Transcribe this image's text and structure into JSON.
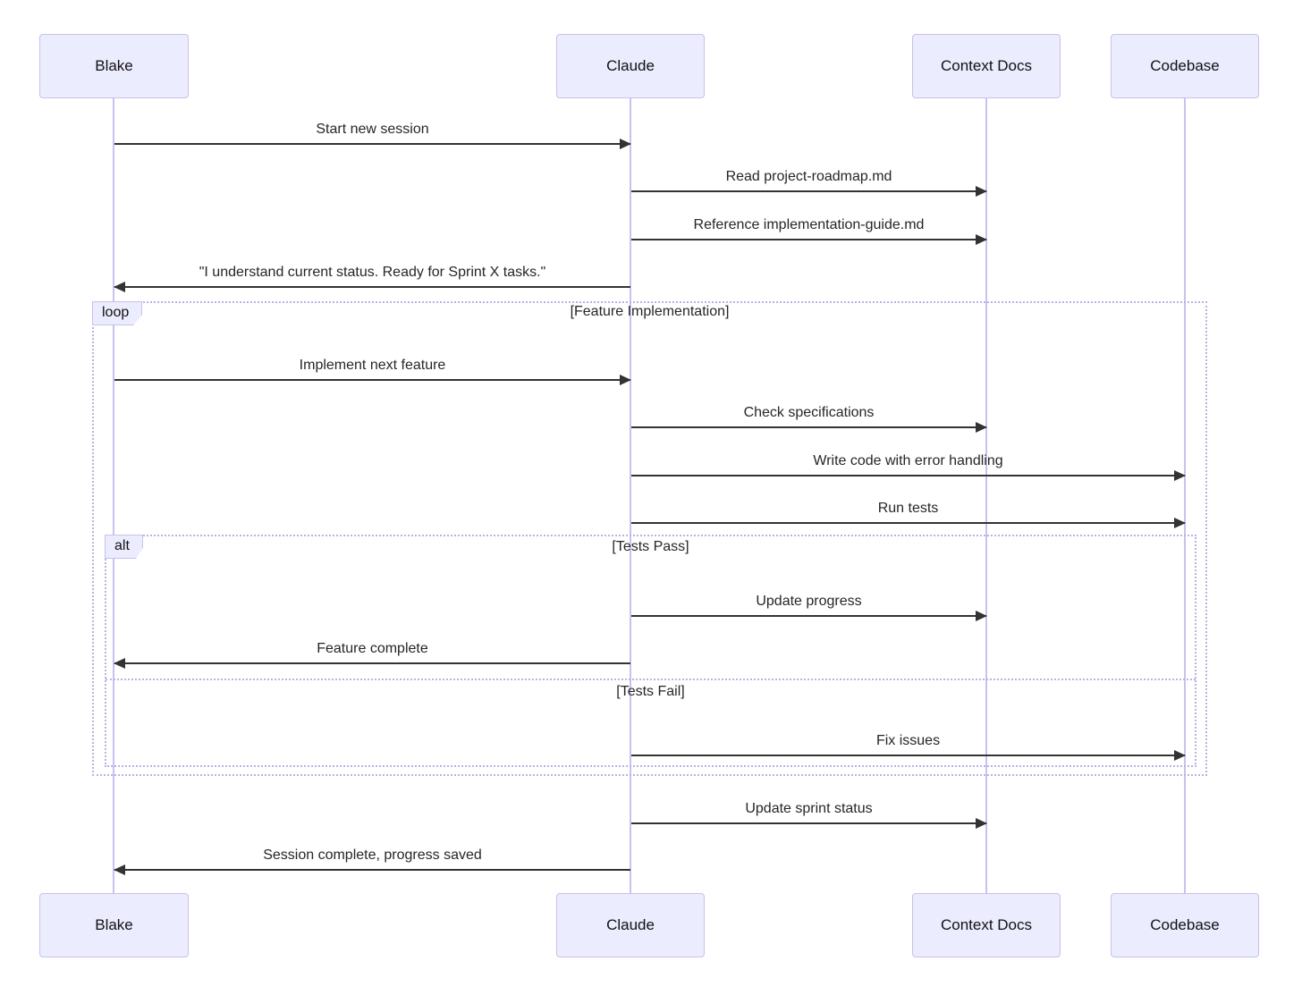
{
  "diagram": {
    "type": "sequence-diagram",
    "participants": [
      {
        "name": "Blake"
      },
      {
        "name": "Claude"
      },
      {
        "name": "Context Docs"
      },
      {
        "name": "Codebase"
      }
    ],
    "messages": [
      {
        "from": "Blake",
        "to": "Claude",
        "label": "Start new session"
      },
      {
        "from": "Claude",
        "to": "Context Docs",
        "label": "Read project-roadmap.md"
      },
      {
        "from": "Claude",
        "to": "Context Docs",
        "label": "Reference implementation-guide.md"
      },
      {
        "from": "Claude",
        "to": "Blake",
        "label": "\"I understand current status. Ready for Sprint X tasks.\""
      },
      {
        "from": "Blake",
        "to": "Claude",
        "label": "Implement next feature"
      },
      {
        "from": "Claude",
        "to": "Context Docs",
        "label": "Check specifications"
      },
      {
        "from": "Claude",
        "to": "Codebase",
        "label": "Write code with error handling"
      },
      {
        "from": "Claude",
        "to": "Codebase",
        "label": "Run tests"
      },
      {
        "from": "Claude",
        "to": "Context Docs",
        "label": "Update progress"
      },
      {
        "from": "Claude",
        "to": "Blake",
        "label": "Feature complete"
      },
      {
        "from": "Claude",
        "to": "Codebase",
        "label": "Fix issues"
      },
      {
        "from": "Claude",
        "to": "Context Docs",
        "label": "Update sprint status"
      },
      {
        "from": "Claude",
        "to": "Blake",
        "label": "Session complete, progress saved"
      }
    ],
    "frames": {
      "loop": {
        "keyword": "loop",
        "title": "[Feature Implementation]"
      },
      "alt": {
        "keyword": "alt",
        "title": "[Tests Pass]",
        "else_title": "[Tests Fail]"
      }
    },
    "colors": {
      "actor_fill": "#ECECFF",
      "actor_border": "#C9C0E8",
      "lifeline": "#C9C2EE",
      "frame_border": "#BCB1E4",
      "arrow": "#333333",
      "text": "#262626"
    }
  }
}
